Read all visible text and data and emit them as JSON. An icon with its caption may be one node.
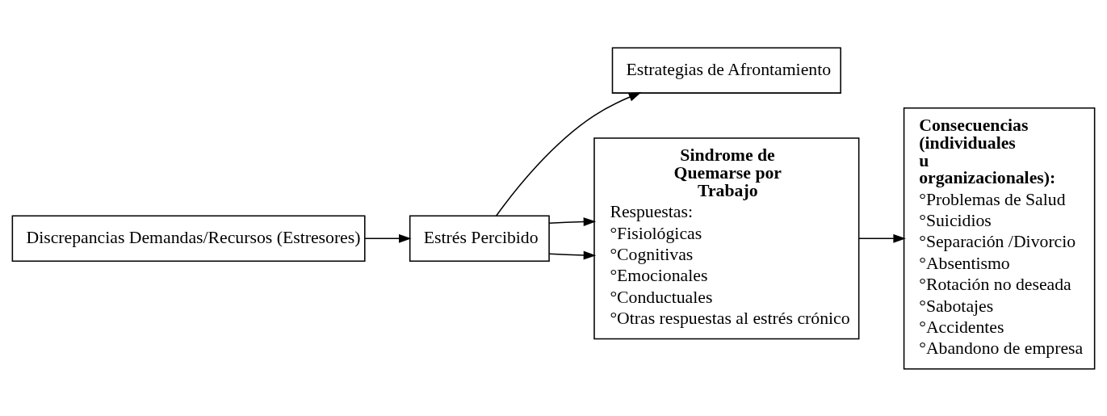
{
  "diagram": {
    "nodes": [
      {
        "text": [
          "Discrepancias Demandas/Recursos (Estresores)"
        ]
      },
      {
        "text": [
          "Estrés Percibido"
        ]
      },
      {
        "text": [
          "Estrategias de Afrontamiento"
        ]
      },
      {
        "text": [
          "Sindrome de Quemarse por Trabajo",
          "Respuestas:",
          "°Fisiológicas",
          "°Cognitivas",
          "°Emocionales",
          "°Conductuales",
          "°Otras respuestas al estrés crónico"
        ]
      },
      {
        "text": [
          "Consecuencias (individuales u organizacionales):",
          "°Problemas de Salud",
          "°Suicidios",
          "°Separación /Divorcio",
          "°Absentismo",
          "°Rotación no deseada",
          "°Sabotajes",
          "°Accidentes",
          "°Abandono de empresa"
        ]
      }
    ],
    "edges": [
      {
        "from": 0,
        "to": 1,
        "arrow": "to"
      },
      {
        "from": 1,
        "to": 3,
        "arrow": "to"
      },
      {
        "from": 1,
        "to": 2,
        "arrow": "to"
      },
      {
        "from": 1,
        "to": 3,
        "arrow": "to"
      },
      {
        "from": 3,
        "to": 4,
        "arrow": "to"
      }
    ]
  }
}
